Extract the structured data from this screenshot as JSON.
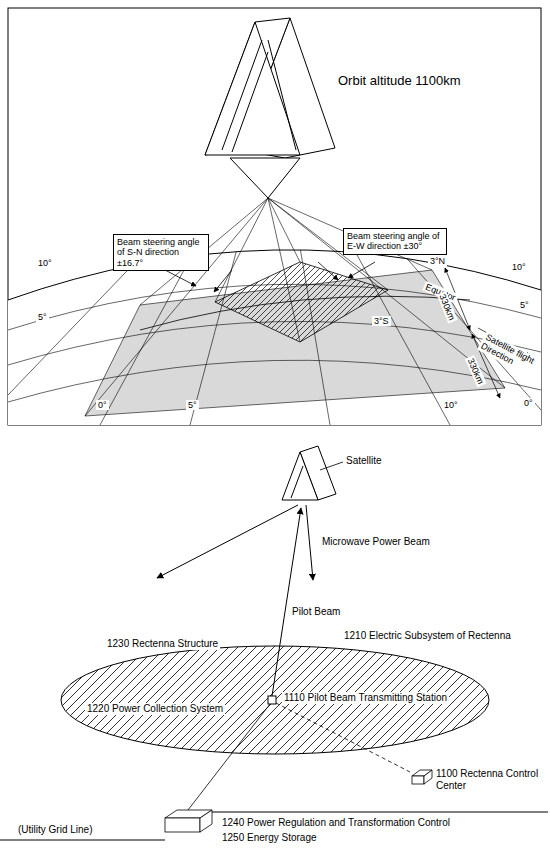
{
  "diagram": {
    "nodes": [
      {
        "text": [
          "Beam steering angle of S-N direction ±16.7°"
        ]
      },
      {
        "text": [
          "Beam steering angle of E-W direction ±30°"
        ]
      },
      {
        "text": [
          "1230 Rectenna Structure",
          "1110 Pilot Beam Transmitting Station",
          "1220 Power Collection System"
        ]
      }
    ],
    "labels": [
      "Orbit altitude 1100km",
      "3°N",
      "Equator",
      "3°S",
      "330km",
      "330km",
      "Satellite flight Direction",
      "10°",
      "5°",
      "0°",
      "5°",
      "10°",
      "0°",
      "10°",
      "5°",
      "Satellite",
      "Microwave Power Beam",
      "Pilot Beam",
      "1210 Electric Subsystem of Rectenna",
      "1100 Rectenna Control Center",
      "(Utility Grid Line)",
      "1240 Power Regulation and Transformation Control",
      "1250 Energy Storage"
    ]
  }
}
